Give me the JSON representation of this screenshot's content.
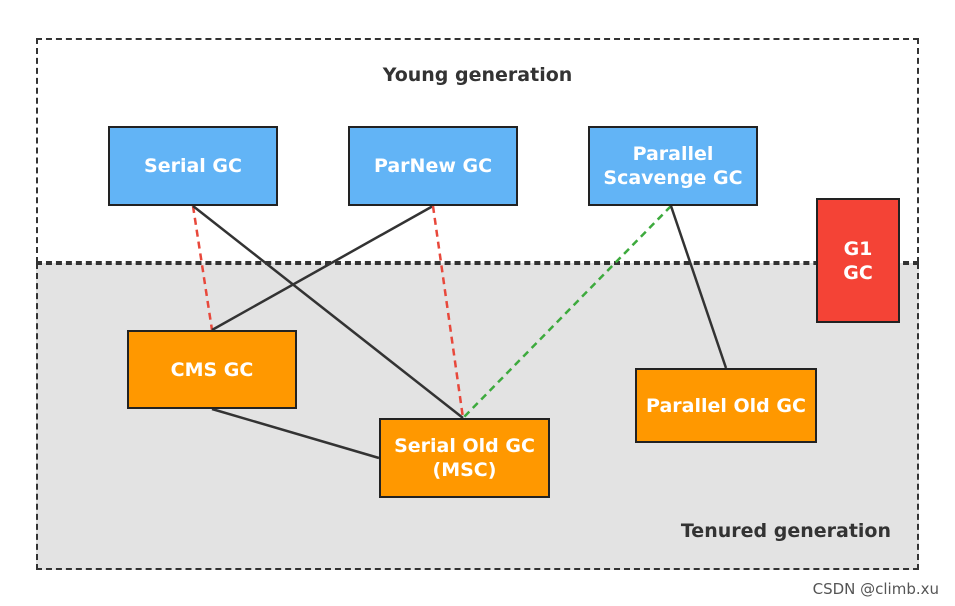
{
  "regions": {
    "young": "Young generation",
    "tenured": "Tenured generation"
  },
  "nodes": {
    "serial": "Serial GC",
    "parnew": "ParNew GC",
    "parallel_scavenge": "Parallel\nScavenge GC",
    "g1": "G1\nGC",
    "cms": "CMS GC",
    "serial_old": "Serial Old GC\n(MSC)",
    "parallel_old": "Parallel Old GC"
  },
  "links": [
    {
      "from": "serial",
      "to": "cms",
      "style": "dashed",
      "color": "#e8483b"
    },
    {
      "from": "serial",
      "to": "serial_old",
      "style": "solid",
      "color": "#333333"
    },
    {
      "from": "parnew",
      "to": "cms",
      "style": "solid",
      "color": "#333333"
    },
    {
      "from": "parnew",
      "to": "serial_old",
      "style": "dashed",
      "color": "#e8483b"
    },
    {
      "from": "parallel_scavenge",
      "to": "serial_old",
      "style": "dashed",
      "color": "#3daa3d"
    },
    {
      "from": "parallel_scavenge",
      "to": "parallel_old",
      "style": "solid",
      "color": "#333333"
    },
    {
      "from": "cms",
      "to": "serial_old",
      "style": "solid",
      "color": "#333333"
    }
  ],
  "colors": {
    "young_box": "#62b4f6",
    "tenured_box": "#ff9800",
    "g1_box": "#f44336",
    "tenured_background": "#e3e3e3"
  },
  "watermark": "CSDN @climb.xu"
}
